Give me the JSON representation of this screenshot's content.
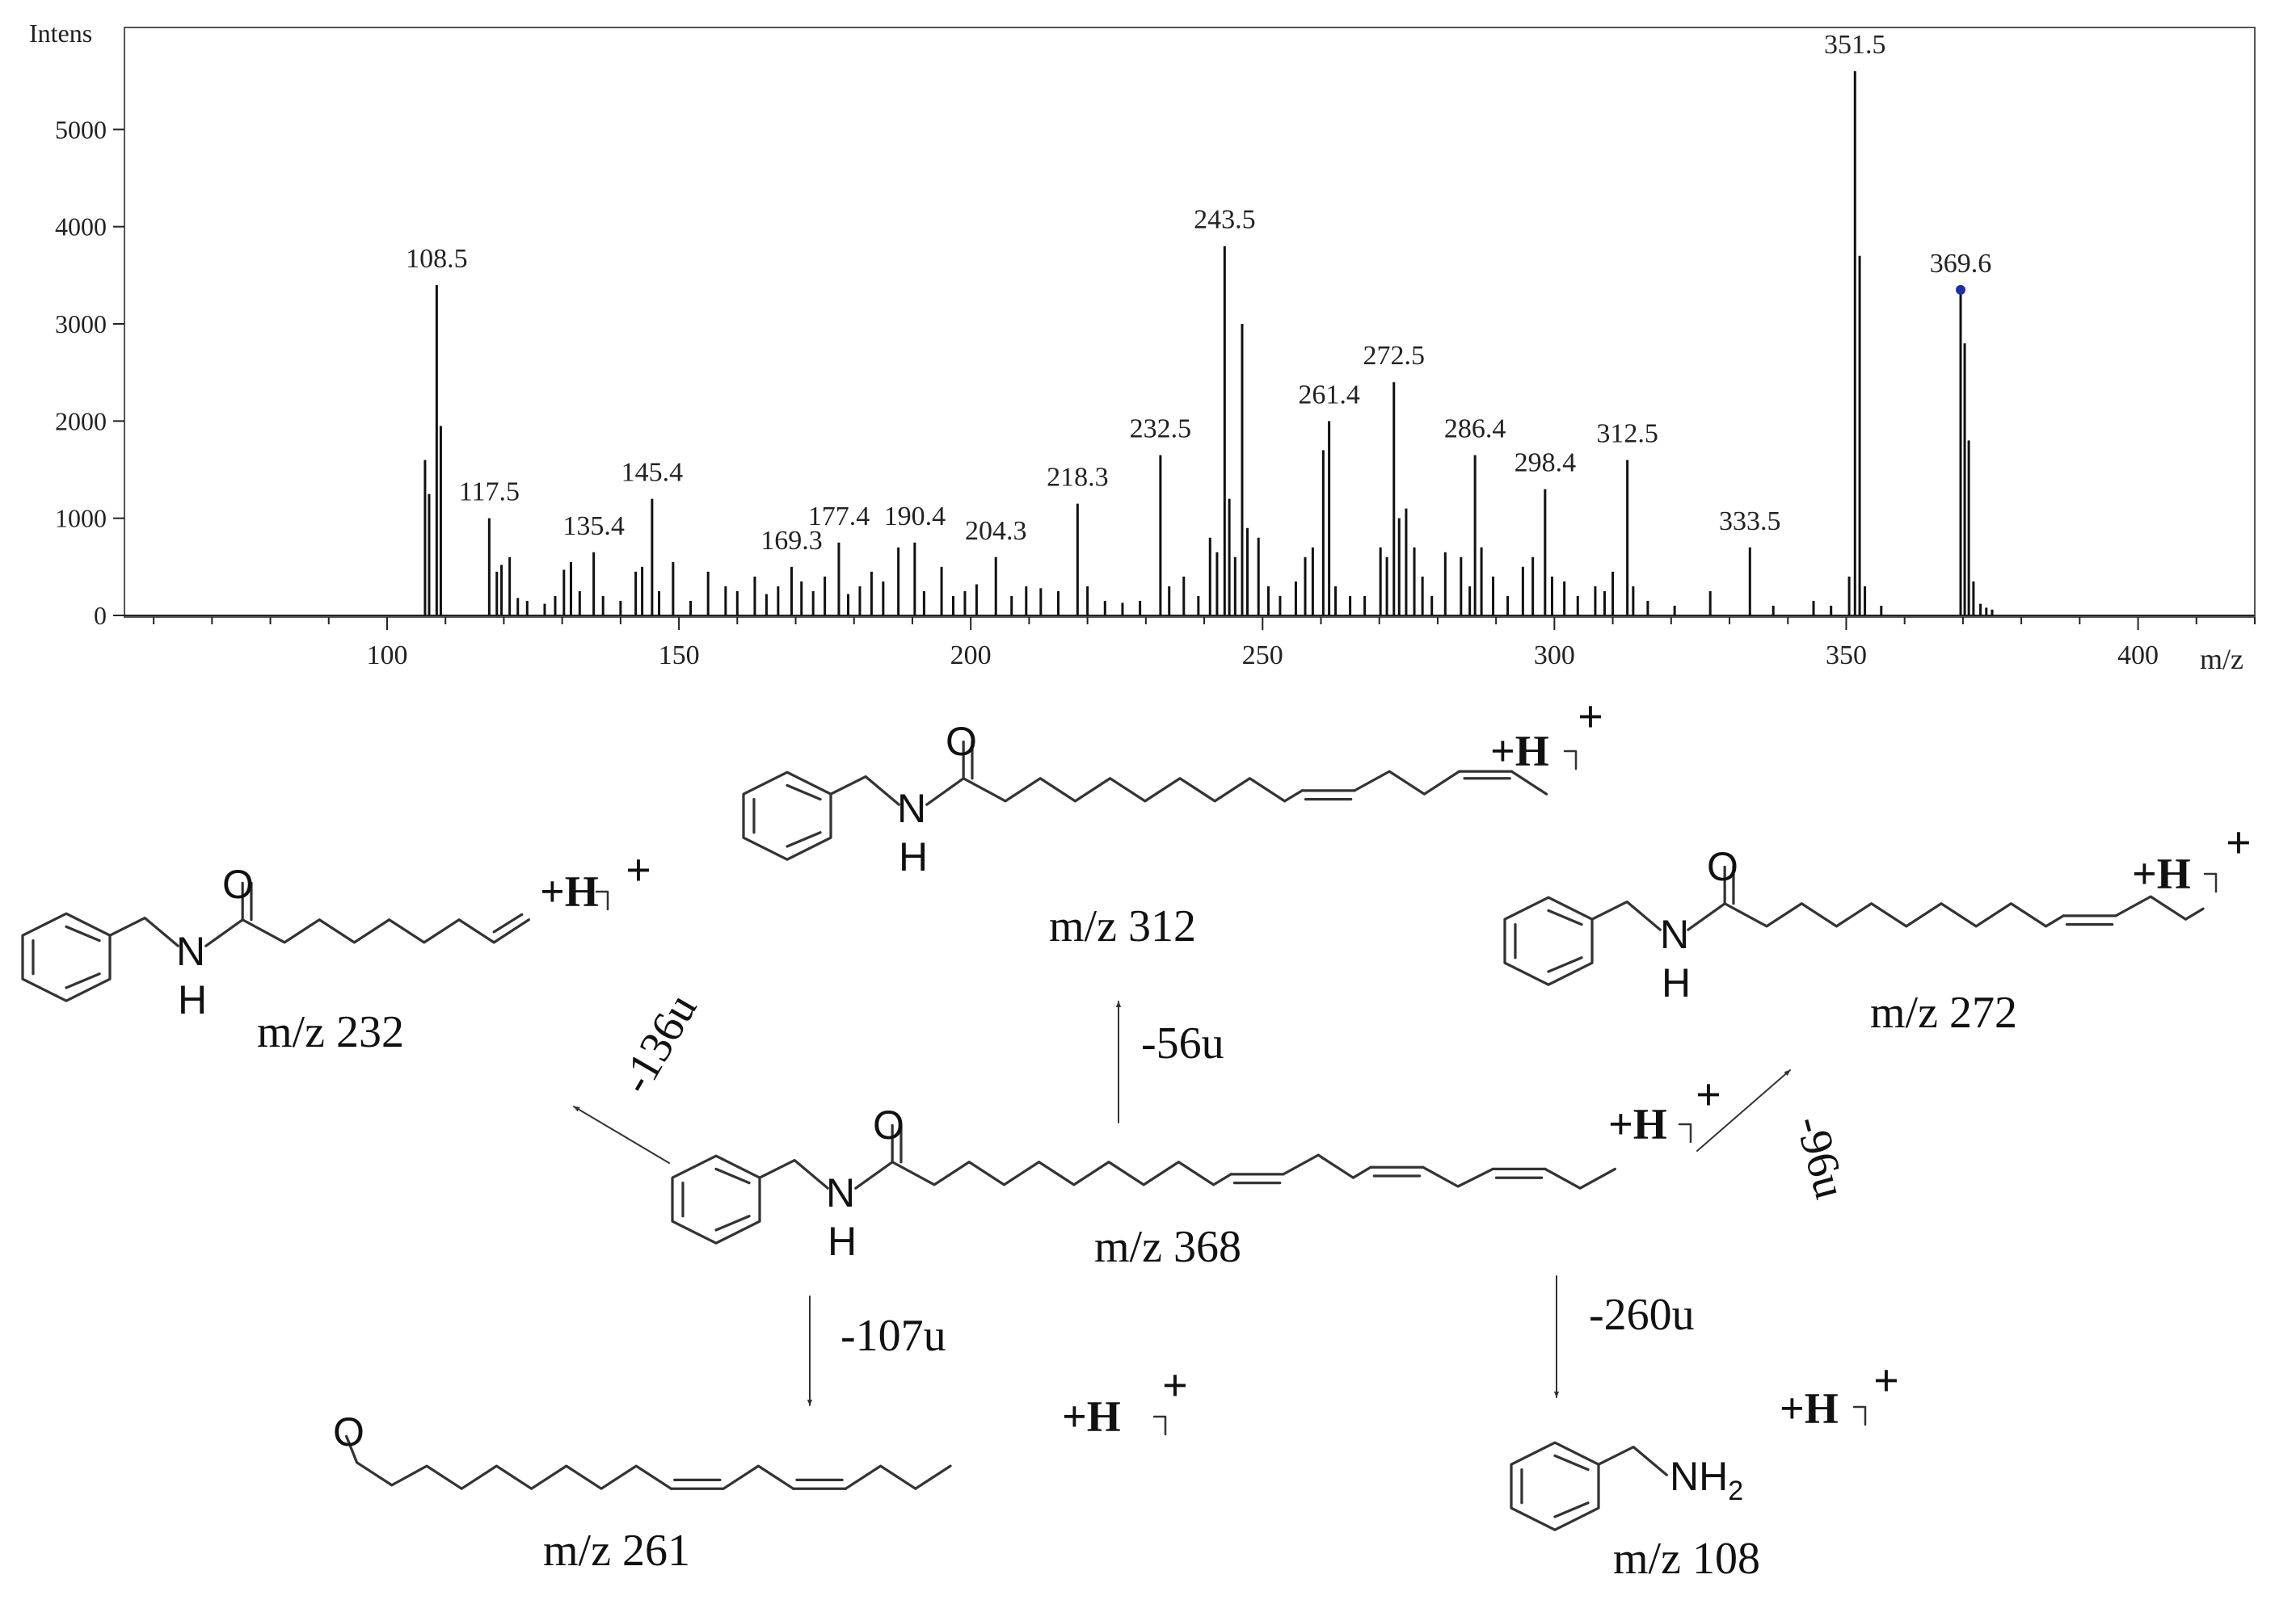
{
  "chart_data": {
    "type": "bar",
    "ylabel": "Intens",
    "xlabel": "m/z",
    "xlim": [
      55,
      420
    ],
    "ylim": [
      0,
      6000
    ],
    "x_ticks": [
      100,
      150,
      200,
      250,
      300,
      350,
      400
    ],
    "y_ticks": [
      0,
      1000,
      2000,
      3000,
      4000,
      5000
    ],
    "grid": false,
    "peaks": [
      {
        "x": 106.5,
        "y": 1600
      },
      {
        "x": 107.2,
        "y": 1250
      },
      {
        "x": 108.5,
        "y": 3400
      },
      {
        "x": 109.2,
        "y": 1950
      },
      {
        "x": 117.5,
        "y": 1000
      },
      {
        "x": 118.8,
        "y": 450
      },
      {
        "x": 119.6,
        "y": 520
      },
      {
        "x": 121.0,
        "y": 600
      },
      {
        "x": 122.4,
        "y": 180
      },
      {
        "x": 124.0,
        "y": 150
      },
      {
        "x": 127.0,
        "y": 120
      },
      {
        "x": 128.8,
        "y": 200
      },
      {
        "x": 130.3,
        "y": 470
      },
      {
        "x": 131.5,
        "y": 550
      },
      {
        "x": 133.0,
        "y": 250
      },
      {
        "x": 135.4,
        "y": 650
      },
      {
        "x": 137.0,
        "y": 200
      },
      {
        "x": 140.0,
        "y": 150
      },
      {
        "x": 142.6,
        "y": 450
      },
      {
        "x": 143.7,
        "y": 500
      },
      {
        "x": 145.4,
        "y": 1200
      },
      {
        "x": 146.6,
        "y": 250
      },
      {
        "x": 149.0,
        "y": 550
      },
      {
        "x": 152.0,
        "y": 150
      },
      {
        "x": 155.0,
        "y": 450
      },
      {
        "x": 158.0,
        "y": 300
      },
      {
        "x": 160.0,
        "y": 250
      },
      {
        "x": 163.0,
        "y": 400
      },
      {
        "x": 165.0,
        "y": 220
      },
      {
        "x": 167.0,
        "y": 300
      },
      {
        "x": 169.3,
        "y": 500
      },
      {
        "x": 171.0,
        "y": 350
      },
      {
        "x": 173.0,
        "y": 250
      },
      {
        "x": 175.0,
        "y": 400
      },
      {
        "x": 177.4,
        "y": 750
      },
      {
        "x": 179.0,
        "y": 220
      },
      {
        "x": 181.0,
        "y": 300
      },
      {
        "x": 183.0,
        "y": 450
      },
      {
        "x": 185.0,
        "y": 350
      },
      {
        "x": 187.6,
        "y": 700
      },
      {
        "x": 190.4,
        "y": 750
      },
      {
        "x": 192.0,
        "y": 250
      },
      {
        "x": 195.0,
        "y": 500
      },
      {
        "x": 197.0,
        "y": 200
      },
      {
        "x": 199.0,
        "y": 250
      },
      {
        "x": 201.0,
        "y": 320
      },
      {
        "x": 204.3,
        "y": 600
      },
      {
        "x": 207.0,
        "y": 200
      },
      {
        "x": 209.5,
        "y": 300
      },
      {
        "x": 212.0,
        "y": 280
      },
      {
        "x": 215.0,
        "y": 250
      },
      {
        "x": 218.3,
        "y": 1150
      },
      {
        "x": 220.0,
        "y": 300
      },
      {
        "x": 223.0,
        "y": 150
      },
      {
        "x": 226.0,
        "y": 130
      },
      {
        "x": 229.0,
        "y": 150
      },
      {
        "x": 232.5,
        "y": 1650
      },
      {
        "x": 234.0,
        "y": 300
      },
      {
        "x": 236.5,
        "y": 400
      },
      {
        "x": 239.0,
        "y": 200
      },
      {
        "x": 241.0,
        "y": 800
      },
      {
        "x": 242.2,
        "y": 650
      },
      {
        "x": 243.5,
        "y": 3800
      },
      {
        "x": 244.3,
        "y": 1200
      },
      {
        "x": 245.3,
        "y": 600
      },
      {
        "x": 246.5,
        "y": 3000
      },
      {
        "x": 247.4,
        "y": 900
      },
      {
        "x": 249.3,
        "y": 800
      },
      {
        "x": 251.0,
        "y": 300
      },
      {
        "x": 253.0,
        "y": 200
      },
      {
        "x": 255.7,
        "y": 350
      },
      {
        "x": 257.3,
        "y": 600
      },
      {
        "x": 258.6,
        "y": 700
      },
      {
        "x": 260.4,
        "y": 1700
      },
      {
        "x": 261.4,
        "y": 2000
      },
      {
        "x": 262.5,
        "y": 300
      },
      {
        "x": 265.0,
        "y": 200
      },
      {
        "x": 267.5,
        "y": 200
      },
      {
        "x": 270.2,
        "y": 700
      },
      {
        "x": 271.3,
        "y": 600
      },
      {
        "x": 272.5,
        "y": 2400
      },
      {
        "x": 273.4,
        "y": 1000
      },
      {
        "x": 274.6,
        "y": 1100
      },
      {
        "x": 276.0,
        "y": 700
      },
      {
        "x": 277.4,
        "y": 400
      },
      {
        "x": 279.0,
        "y": 200
      },
      {
        "x": 281.3,
        "y": 650
      },
      {
        "x": 284.0,
        "y": 600
      },
      {
        "x": 285.5,
        "y": 300
      },
      {
        "x": 286.4,
        "y": 1650
      },
      {
        "x": 287.5,
        "y": 700
      },
      {
        "x": 289.5,
        "y": 400
      },
      {
        "x": 292.0,
        "y": 200
      },
      {
        "x": 294.6,
        "y": 500
      },
      {
        "x": 296.3,
        "y": 600
      },
      {
        "x": 298.4,
        "y": 1300
      },
      {
        "x": 299.6,
        "y": 400
      },
      {
        "x": 301.7,
        "y": 350
      },
      {
        "x": 304.0,
        "y": 200
      },
      {
        "x": 307.0,
        "y": 300
      },
      {
        "x": 308.6,
        "y": 250
      },
      {
        "x": 310.0,
        "y": 450
      },
      {
        "x": 312.5,
        "y": 1600
      },
      {
        "x": 313.5,
        "y": 300
      },
      {
        "x": 316.0,
        "y": 150
      },
      {
        "x": 320.6,
        "y": 100
      },
      {
        "x": 326.7,
        "y": 250
      },
      {
        "x": 333.5,
        "y": 700
      },
      {
        "x": 337.5,
        "y": 100
      },
      {
        "x": 344.4,
        "y": 150
      },
      {
        "x": 347.4,
        "y": 100
      },
      {
        "x": 350.5,
        "y": 400
      },
      {
        "x": 351.5,
        "y": 5600
      },
      {
        "x": 352.3,
        "y": 3700
      },
      {
        "x": 353.2,
        "y": 300
      },
      {
        "x": 356.0,
        "y": 100
      },
      {
        "x": 369.6,
        "y": 3350
      },
      {
        "x": 370.3,
        "y": 2800
      },
      {
        "x": 371.0,
        "y": 1800
      },
      {
        "x": 371.8,
        "y": 350
      },
      {
        "x": 373.0,
        "y": 120
      },
      {
        "x": 374.0,
        "y": 80
      },
      {
        "x": 375.0,
        "y": 60
      }
    ],
    "annotations": [
      {
        "label": "108.5",
        "x": 108.5,
        "y": 3400
      },
      {
        "label": "117.5",
        "x": 117.5,
        "y": 1000
      },
      {
        "label": "135.4",
        "x": 135.4,
        "y": 650
      },
      {
        "label": "145.4",
        "x": 145.4,
        "y": 1200
      },
      {
        "label": "169.3",
        "x": 169.3,
        "y": 500
      },
      {
        "label": "177.4",
        "x": 177.4,
        "y": 750
      },
      {
        "label": "190.4",
        "x": 190.4,
        "y": 750
      },
      {
        "label": "204.3",
        "x": 204.3,
        "y": 600
      },
      {
        "label": "218.3",
        "x": 218.3,
        "y": 1150
      },
      {
        "label": "232.5",
        "x": 232.5,
        "y": 1650
      },
      {
        "label": "243.5",
        "x": 243.5,
        "y": 3800
      },
      {
        "label": "261.4",
        "x": 261.4,
        "y": 2000
      },
      {
        "label": "272.5",
        "x": 272.5,
        "y": 2400
      },
      {
        "label": "286.4",
        "x": 286.4,
        "y": 1650
      },
      {
        "label": "298.4",
        "x": 298.4,
        "y": 1300
      },
      {
        "label": "312.5",
        "x": 312.5,
        "y": 1600
      },
      {
        "label": "333.5",
        "x": 333.5,
        "y": 700
      },
      {
        "label": "351.5",
        "x": 351.5,
        "y": 5600
      },
      {
        "label": "369.6",
        "x": 369.6,
        "y": 3350
      }
    ],
    "precursor_marker": {
      "x": 369.6,
      "y": 3350,
      "color": "#1a2fa8"
    }
  },
  "scheme": {
    "proton": "+H",
    "charge": "+",
    "atoms": {
      "O": "O",
      "N": "N",
      "H": "H",
      "NH": "NH",
      "sub2": "2"
    },
    "labels": {
      "m368": "m/z 368",
      "m312": "m/z 312",
      "m232": "m/z 232",
      "m272": "m/z 272",
      "m261": "m/z 261",
      "m108": "m/z 108"
    },
    "losses": {
      "l56": "-56u",
      "l136": "-136u",
      "l96": "-96u",
      "l107": "-107u",
      "l260": "-260u"
    }
  }
}
